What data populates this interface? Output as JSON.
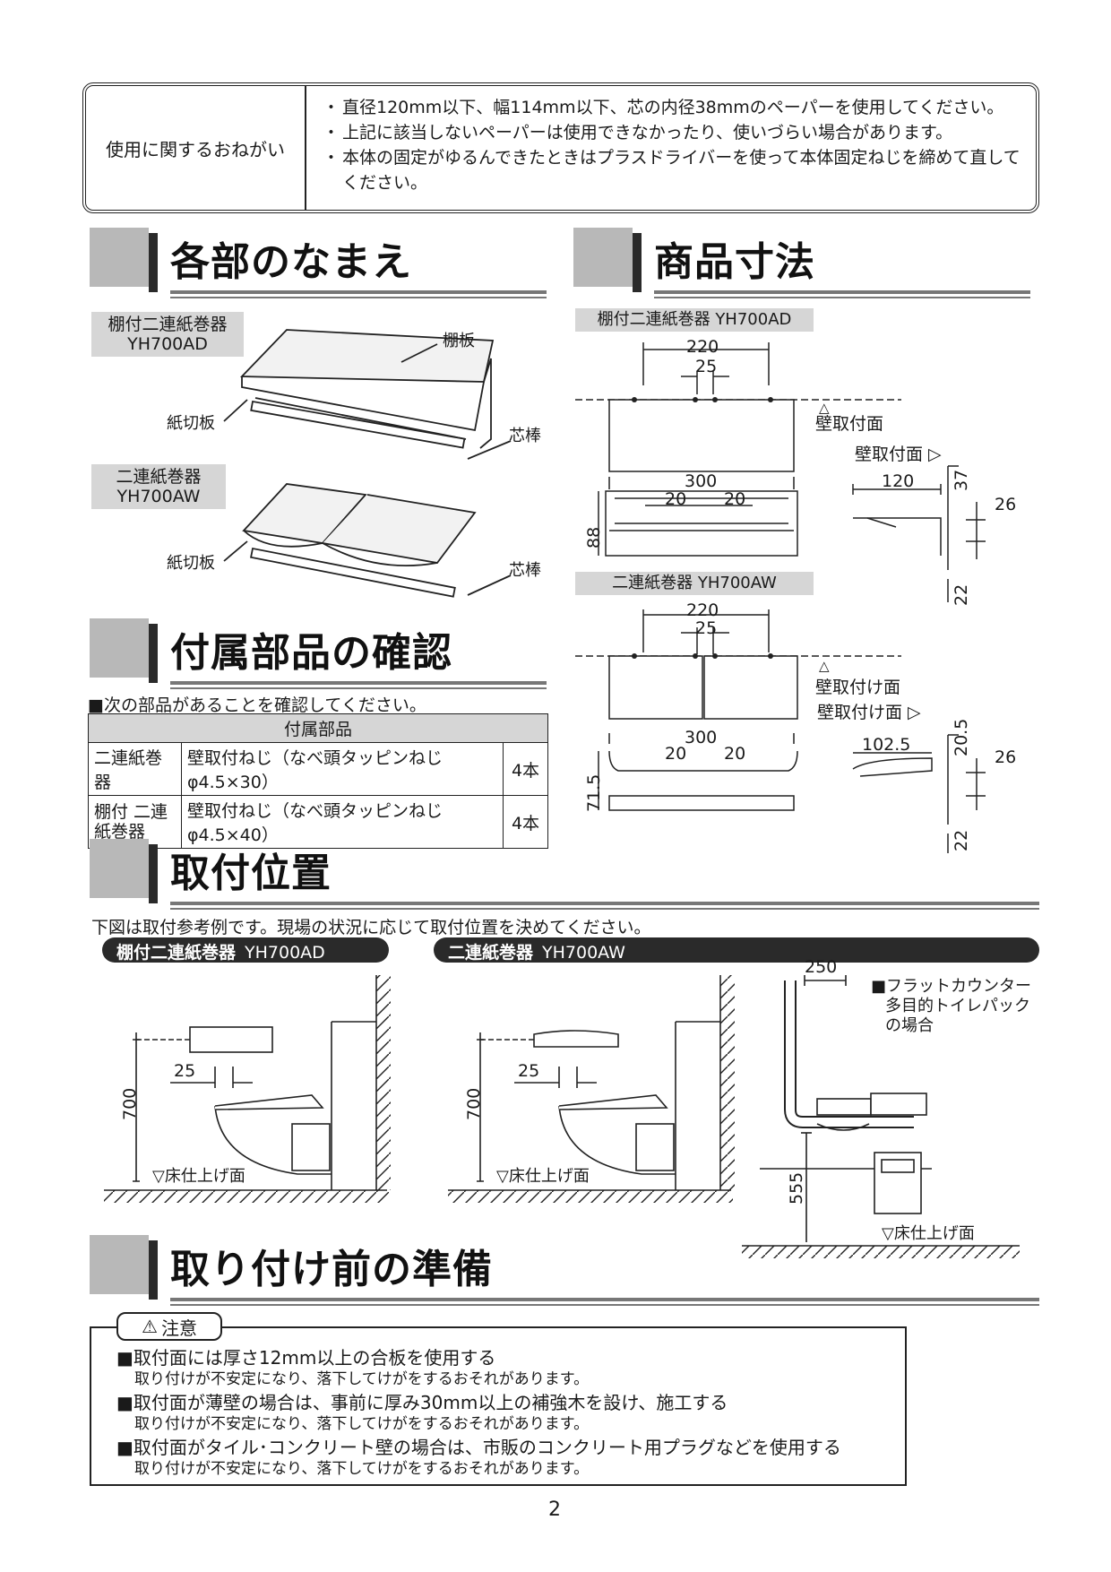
{
  "notice": {
    "label": "使用に関するおねがい",
    "items": [
      "直径120mm以下、幅114mm以下、芯の内径38mmのペーパーを使用してください。",
      "上記に該当しないペーパーは使用できなかったり、使いづらい場合があります。",
      "本体の固定がゆるんできたときはプラスドライバーを使って本体固定ねじを締めて直してください。"
    ]
  },
  "sections": {
    "parts_names": "各部のなまえ",
    "dimensions": "商品寸法",
    "accessories": "付属部品の確認",
    "position": "取付位置",
    "preparation": "取り付け前の準備"
  },
  "parts_names": {
    "ad_tag_line1": "棚付二連紙巻器",
    "ad_tag_line2": "YH700AD",
    "aw_tag_line1": "二連紙巻器",
    "aw_tag_line2": "YH700AW",
    "shelf_board": "棚板",
    "paper_cutter": "紙切板",
    "core_rod": "芯棒"
  },
  "dimensions": {
    "ad_tag": "棚付二連紙巻器 YH700AD",
    "aw_tag": "二連紙巻器 YH700AW",
    "ad": {
      "d220": "220",
      "d25": "25",
      "wall_face": "壁取付面",
      "wall_face2": "壁取付面 ▷",
      "d300": "300",
      "d20a": "20",
      "d20b": "20",
      "d88": "88",
      "d120": "120",
      "d37": "37",
      "d26": "26",
      "d22": "22"
    },
    "aw": {
      "d220": "220",
      "d25": "25",
      "wall_face": "壁取付け面",
      "wall_face2": "壁取付け面 ▷",
      "d300": "300",
      "d20a": "20",
      "d20b": "20",
      "d715": "71.5",
      "d1025": "102.5",
      "d205": "20.5",
      "d26": "26",
      "d22": "22"
    }
  },
  "accessories": {
    "intro": "■次の部品があることを確認してください。",
    "header": "付属部品",
    "rows": [
      {
        "model": "二連紙巻器",
        "part": "壁取付ねじ（なべ頭タッピンねじφ4.5×30）",
        "qty": "4本"
      },
      {
        "model": "棚付 二連紙巻器",
        "part": "壁取付ねじ（なべ頭タッピンねじφ4.5×40）",
        "qty": "4本"
      }
    ]
  },
  "position": {
    "intro": "下図は取付参考例です。現場の状況に応じて取付位置を決めてください。",
    "pill_ad_bold": "棚付二連紙巻器",
    "pill_ad_model": "YH700AD",
    "pill_aw_bold": "二連紙巻器",
    "pill_aw_model": "YH700AW",
    "d700a": "700",
    "d25a": "25",
    "floor_a": "▽床仕上げ面",
    "d700b": "700",
    "d25b": "25",
    "floor_b": "▽床仕上げ面",
    "d250": "250",
    "d555": "555",
    "floor_c": "▽床仕上げ面",
    "flat_note_1": "■フラットカウンター",
    "flat_note_2": "多目的トイレパック",
    "flat_note_3": "の場合"
  },
  "caution": {
    "tag": "注意",
    "items": [
      {
        "head": "取付面には厚さ12mm以上の合板を使用する",
        "desc": "取り付けが不安定になり、落下してけがをするおそれがあります。"
      },
      {
        "head": "取付面が薄壁の場合は、事前に厚み30mm以上の補強木を設け、施工する",
        "desc": "取り付けが不安定になり、落下してけがをするおそれがあります。"
      },
      {
        "head": "取付面がタイル･コンクリート壁の場合は、市販のコンクリート用プラグなどを使用する",
        "desc": "取り付けが不安定になり、落下してけがをするおそれがあります。"
      }
    ]
  },
  "page_number": "2"
}
